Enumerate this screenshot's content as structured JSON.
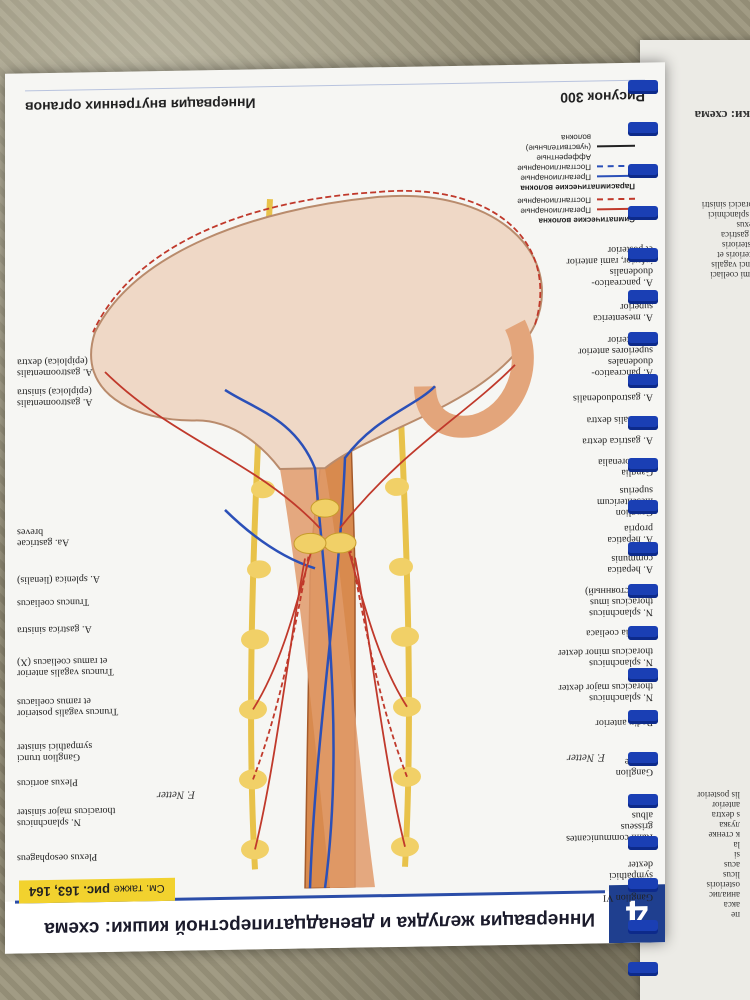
{
  "book_page": {
    "section_number": "4",
    "title": "Иннервация желудка и двенадцатиперстной кишки: схема",
    "see_also_prefix": "См. также",
    "see_also_refs": "рис. 163, 164",
    "section_header": "Иннервация внутренних органов",
    "figure_label": "Рисунок 300"
  },
  "labels_right": [
    "Ganglion VI\ntrunci\nsympathici\ndexter",
    "Rami communicantes\ngrisseus\nalbus",
    "Ganglion\nspinale",
    "Radix anterior",
    "N. splanchnicus\nthoracicus major dexter",
    "N. splanchnicus\nthoracicus minor dexter",
    "Ganglia coeliaca",
    "N. splanchnicus\nthoracicus imus\n(непостоянный)",
    "A. hepatica\ncommunis",
    "A. hepatica\npropria",
    "Ganglion\nmesentericum\nsuperius",
    "Ganglia\naorticorenalia",
    "A. gastrica dextra",
    "A. renalis dextra",
    "A. gastroduodenalis",
    "A. pancreatico-\nduodenales\nsuperiores anterior\net posterior",
    "A. mesenterica\nsuperior",
    "A. pancreatico-\nduodenalis\ninferior, rami anterior\net posterior"
  ],
  "labels_left": [
    "Plexus oesophageus",
    "N. splanchnicus\nthoracicus major sinister",
    "Plexus aorticus",
    "Ganglion trunci\nsympathici sinister",
    "Truncus vagalis posterior\net ramus coeliacus",
    "Truncus vagalis anterior\net ramus coeliacus (X)",
    "A. gastrica sinistra",
    "Truncus coeliacus",
    "A. splenica (lienalis)",
    "Aa. gastricae\nbreves",
    "A. gastroomentalis\n(epiploica) sinistra",
    "A. gastroomentalis\n(epiploica) dextra"
  ],
  "legend": {
    "sympathetic_title": "Симпатические волокна",
    "sympathetic_pre": "Преганглионарные",
    "sympathetic_post": "Постганглионарные",
    "para_title": "Парасимпатические волокна",
    "para_pre": "Преганглионарные",
    "para_post": "Постганглионарные",
    "afferent_title": "Афферентные\n(чувствительные)\nволокна",
    "colors": {
      "sympathetic": "#c0392b",
      "parasympathetic": "#2b50b8",
      "afferent": "#222222"
    }
  },
  "next_page": {
    "fragments": "пе\nакса\nаниалис\nosterioris\nlicus\nacus\nsi\nla\nк стенке\nлузка\ns dextra\nanterior\nlis posterior",
    "fragments_top": "Rami coeliaci\ntrunci vagalis\nanterioris et\nposterioris\nN. gastrica\nplexus\nN. splanchnici\nthoracici sinistri\nm\nм",
    "header": "ки: схема"
  },
  "signature": "F. Netter"
}
